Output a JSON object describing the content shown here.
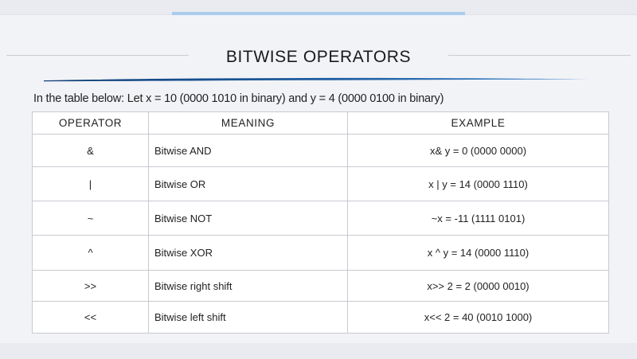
{
  "slide": {
    "title": "BITWISE OPERATORS",
    "intro": "In the table below: Let x = 10 (0000 1010 in binary) and y = 4 (0000 0100 in binary)"
  },
  "table": {
    "headers": [
      "OPERATOR",
      "MEANING",
      "EXAMPLE"
    ],
    "rows": [
      {
        "operator": "&",
        "meaning": "Bitwise AND",
        "example": "x& y = 0 (0000 0000)"
      },
      {
        "operator": "|",
        "meaning": "Bitwise OR",
        "example": "x | y = 14 (0000 1110)"
      },
      {
        "operator": "~",
        "meaning": "Bitwise NOT",
        "example": "~x = -11 (1111 0101)"
      },
      {
        "operator": "^",
        "meaning": "Bitwise XOR",
        "example": "x ^ y = 14 (0000 1110)"
      },
      {
        "operator": ">>",
        "meaning": "Bitwise right shift",
        "example": "x>> 2 = 2 (0000 0010)"
      },
      {
        "operator": "<<",
        "meaning": "Bitwise left shift",
        "example": "x<< 2 = 40 (0010 1000)"
      }
    ]
  },
  "colors": {
    "accent": "#a9ccee",
    "swoosh": "#1f5fa3"
  }
}
